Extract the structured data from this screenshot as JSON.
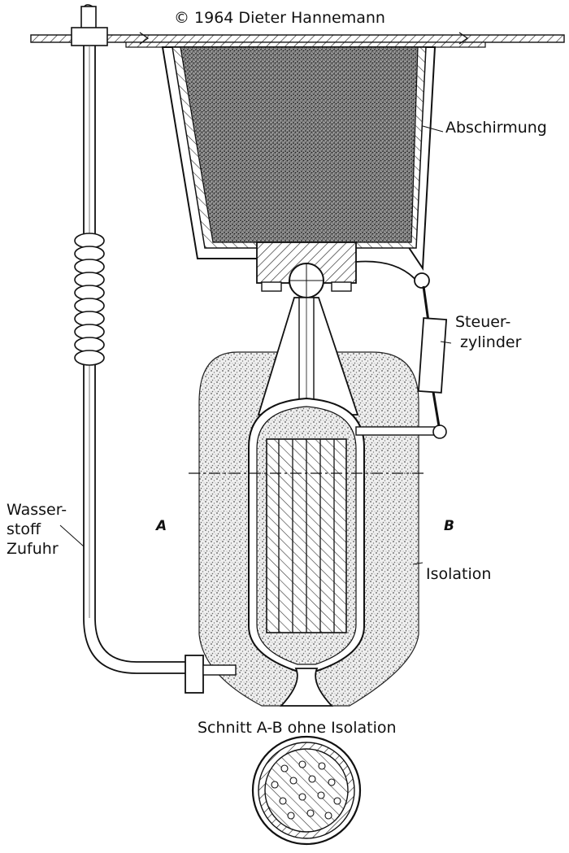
{
  "copyright": "© 1964 Dieter Hannemann",
  "labels": {
    "shielding": "Abschirmung",
    "control_cylinder_line1": "Steuer-",
    "control_cylinder_line2": "zylinder",
    "hydrogen_line1": "Wasser-",
    "hydrogen_line2": "stoff",
    "hydrogen_line3": "Zufuhr",
    "section_a": "A",
    "section_b": "B",
    "insulation": "Isolation",
    "cross_section_caption": "Schnitt A-B ohne Isolation"
  }
}
